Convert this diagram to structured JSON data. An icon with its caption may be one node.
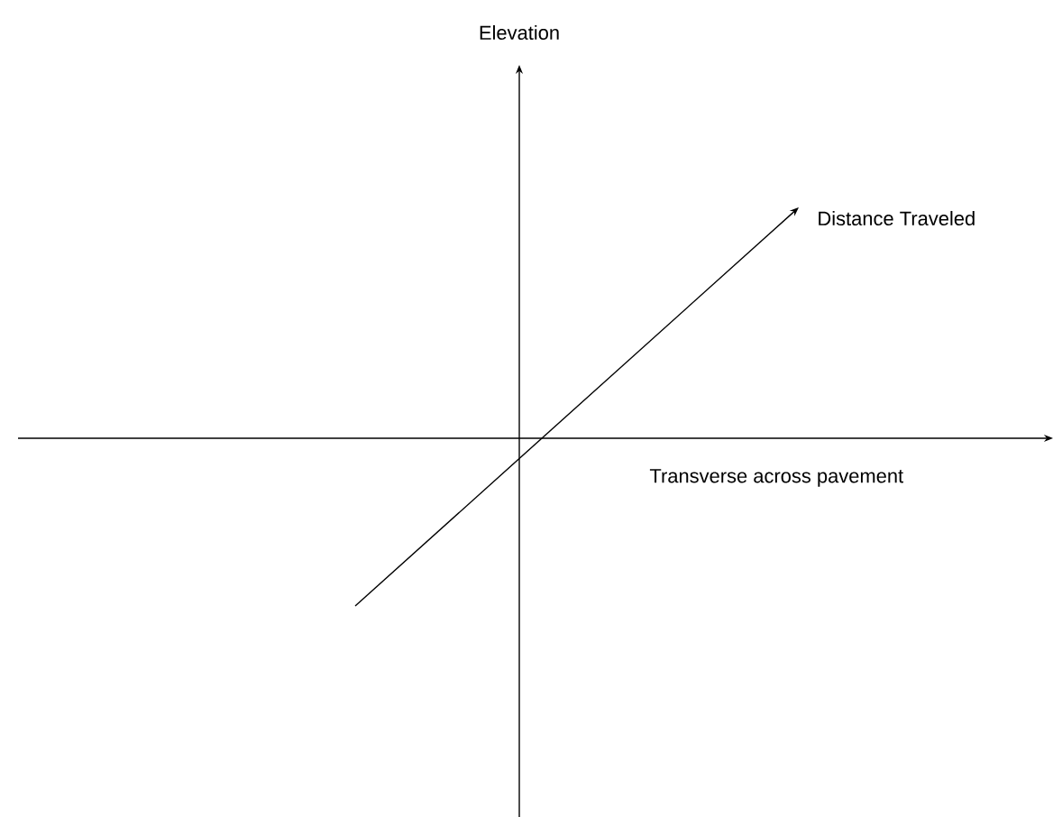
{
  "diagram": {
    "labels": [
      "Elevation",
      "Distance Traveled",
      "Transverse across pavement"
    ]
  }
}
